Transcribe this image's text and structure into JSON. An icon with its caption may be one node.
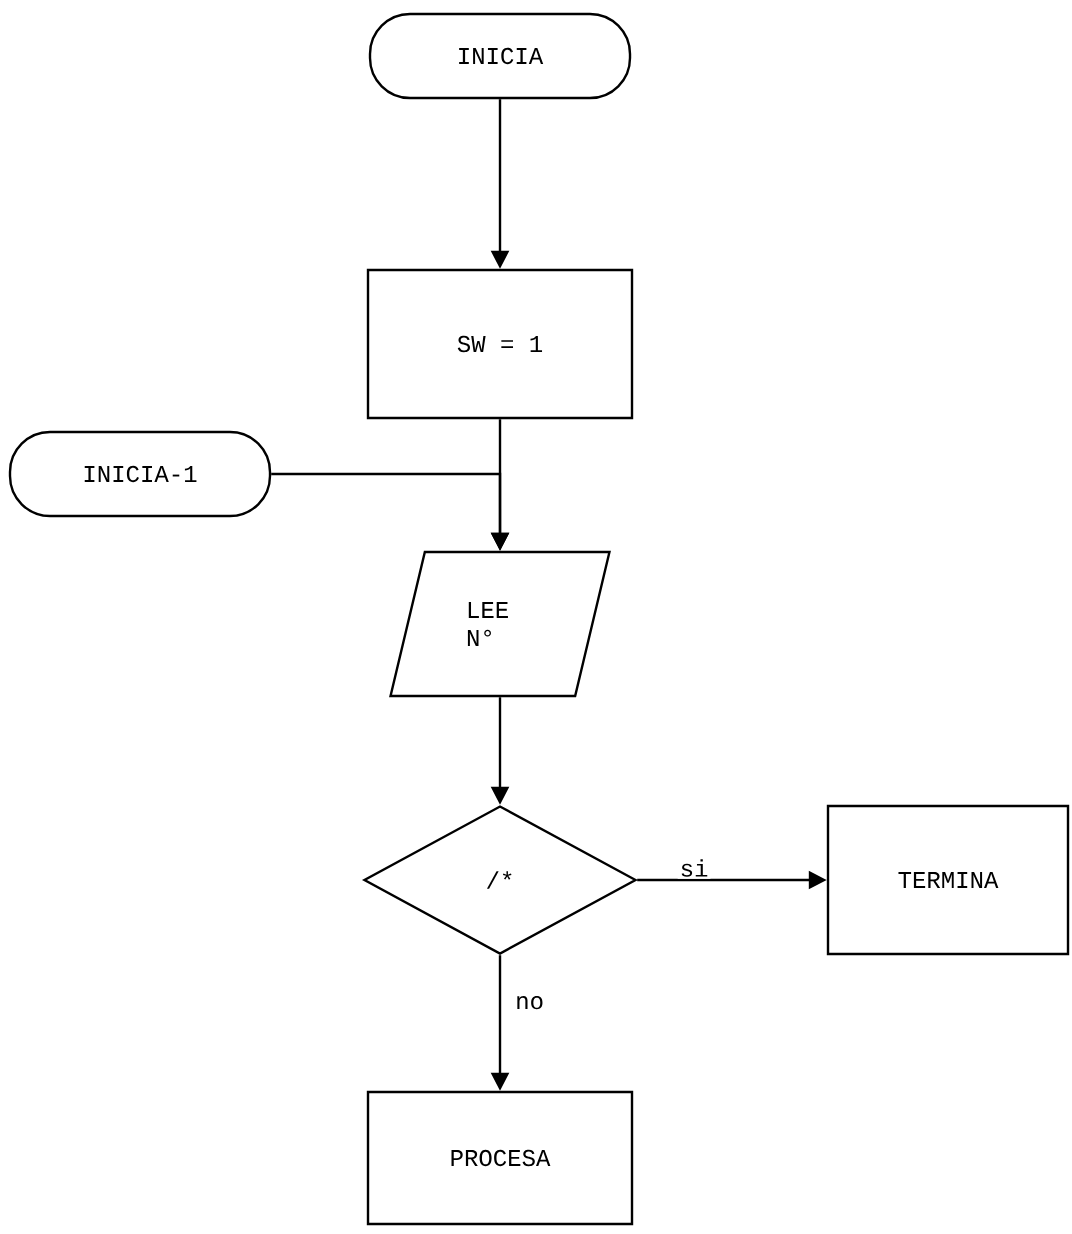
{
  "diagram": {
    "nodes": [
      {
        "text": [
          "INICIA"
        ]
      },
      {
        "text": [
          "INICIA-1"
        ]
      },
      {
        "text": [
          "SW = 1"
        ]
      },
      {
        "text": [
          "LEE N°"
        ]
      },
      {
        "text": [
          "/*"
        ]
      },
      {
        "text": [
          "TERMINA"
        ]
      },
      {
        "text": [
          "PROCESA"
        ]
      }
    ],
    "edges": [
      {
        "from": 0,
        "to": 2,
        "arrow": "to"
      },
      {
        "from": 1,
        "to": 3,
        "arrow": "to"
      },
      {
        "from": 2,
        "to": 3,
        "arrow": "to"
      },
      {
        "from": 3,
        "to": 4,
        "arrow": "to"
      },
      {
        "from": 4,
        "to": 5,
        "arrow": "to",
        "label": "si"
      },
      {
        "from": 4,
        "to": 6,
        "arrow": "to",
        "label": "no"
      }
    ]
  }
}
